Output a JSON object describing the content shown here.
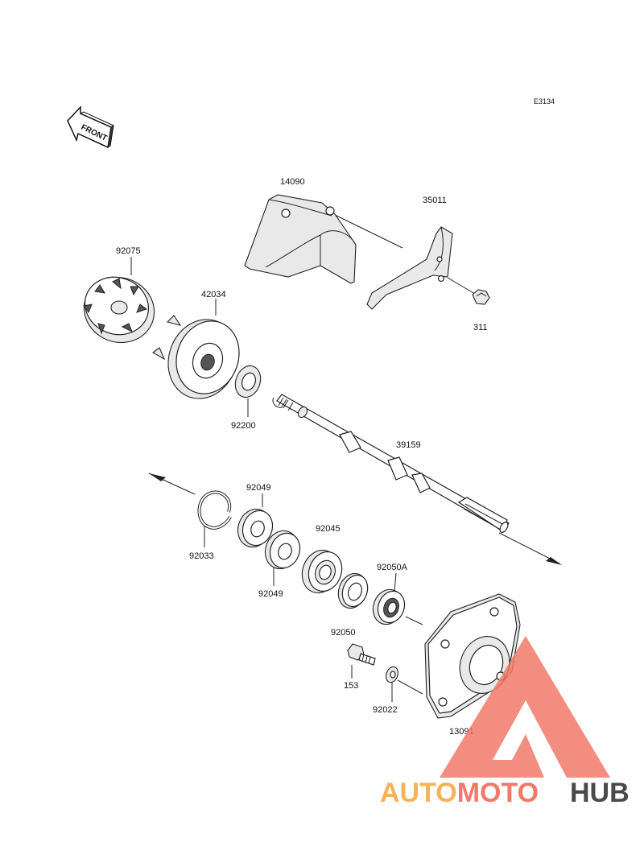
{
  "diagram": {
    "code": "E3134",
    "front_label": "FRONT",
    "parts": [
      {
        "id": "p14090",
        "label": "14090"
      },
      {
        "id": "p35011",
        "label": "35011"
      },
      {
        "id": "p311",
        "label": "311"
      },
      {
        "id": "p92075",
        "label": "92075"
      },
      {
        "id": "p42034",
        "label": "42034"
      },
      {
        "id": "p92200",
        "label": "92200"
      },
      {
        "id": "p39159",
        "label": "39159"
      },
      {
        "id": "p92049a",
        "label": "92049"
      },
      {
        "id": "p92033",
        "label": "92033"
      },
      {
        "id": "p92045",
        "label": "92045"
      },
      {
        "id": "p92049b",
        "label": "92049"
      },
      {
        "id": "p92050A",
        "label": "92050A"
      },
      {
        "id": "p92050",
        "label": "92050"
      },
      {
        "id": "p153",
        "label": "153"
      },
      {
        "id": "p92022",
        "label": "92022"
      },
      {
        "id": "p13091",
        "label": "13091"
      }
    ]
  },
  "watermark": {
    "part1": "AUTOMOTO",
    "part2": "HUB",
    "color_primary": "#f07a6a",
    "color_secondary": "#f4b35a",
    "color_dark": "#4a4a4a"
  }
}
